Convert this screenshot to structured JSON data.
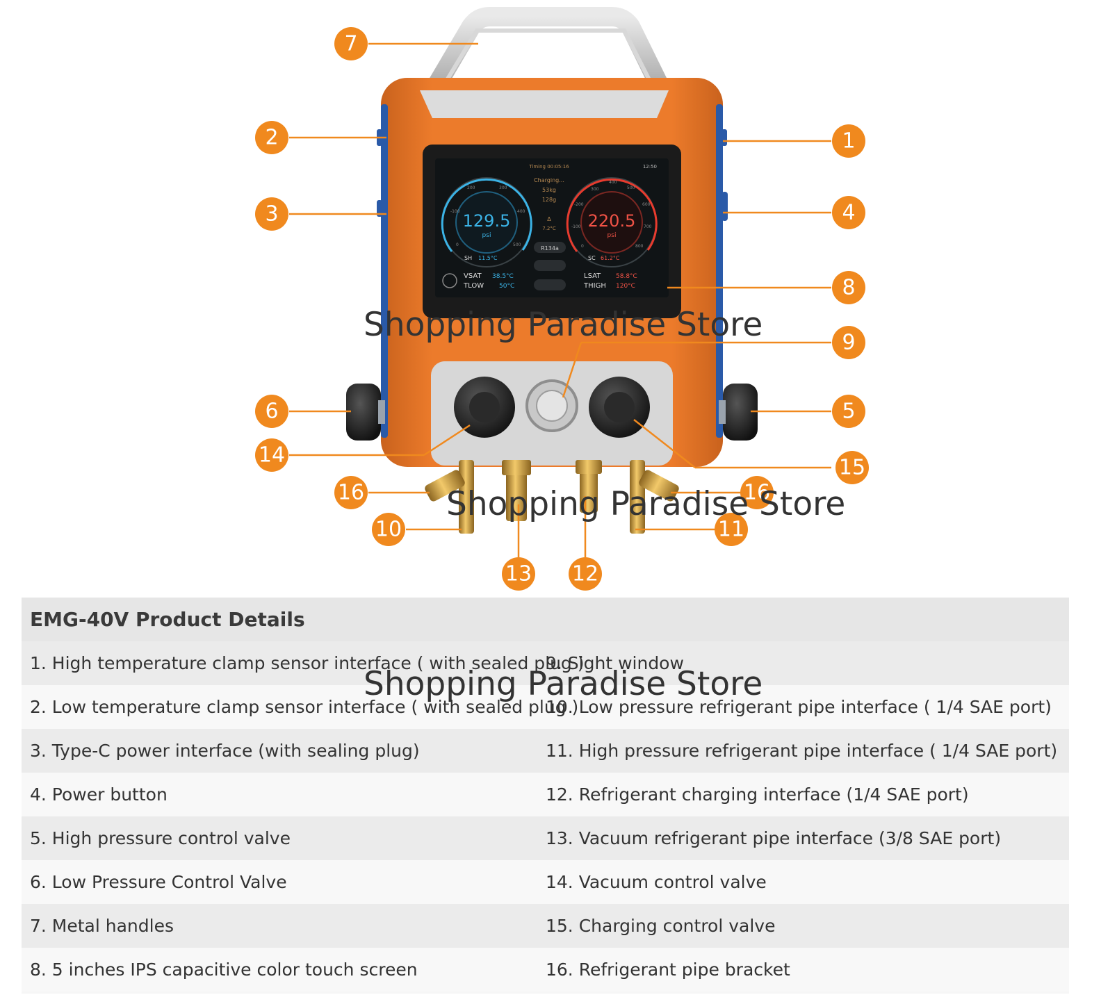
{
  "screen": {
    "status_center": "Timing 00:05:16",
    "status_right": "12:50",
    "charging_label": "Charging...",
    "charge_target": "53kg",
    "charge_done": "128g",
    "delta_label": "Δ",
    "delta_value": "7.2°C",
    "refrigerant": "R134a",
    "low_value": "129.5",
    "low_unit": "psi",
    "high_value": "220.5",
    "high_unit": "psi",
    "low_ticks": [
      "-100",
      "200",
      "300",
      "400",
      "500",
      "0"
    ],
    "high_ticks": [
      "300",
      "400",
      "500",
      "600",
      "700",
      "800",
      "-200",
      "-100",
      "0"
    ],
    "sh_label": "SH",
    "sh_value": "11.5°C",
    "sc_label": "SC",
    "sc_value": "61.2°C",
    "vsat_label": "VSAT",
    "vsat_value": "38.5°C",
    "tlow_label": "TLOW",
    "tlow_value": "50°C",
    "lsat_label": "LSAT",
    "lsat_value": "58.8°C",
    "thigh_label": "THIGH",
    "thigh_value": "120°C"
  },
  "callouts": [
    "7",
    "2",
    "1",
    "3",
    "4",
    "8",
    "9",
    "6",
    "5",
    "14",
    "15",
    "16",
    "16",
    "10",
    "11",
    "13",
    "12"
  ],
  "watermarks": [
    "Shopping Paradise Store",
    "Shopping Paradise Store",
    "Shopping Paradise Store"
  ],
  "colors": {
    "accent_orange": "#f0891e",
    "body_orange": "#e8772a",
    "gauge_low": "#3bb3e6",
    "gauge_high": "#e83b2e"
  },
  "details": {
    "title": "EMG-40V Product Details",
    "left": [
      "1. High temperature clamp sensor interface ( with sealed plug )",
      "2. Low temperature clamp sensor interface ( with sealed plug )",
      "3. Type-C power interface (with sealing plug)",
      "4. Power button",
      "5. High pressure control valve",
      "6. Low Pressure Control Valve",
      "7. Metal handles",
      "8. 5 inches IPS capacitive color touch screen"
    ],
    "right": [
      "9. Sight window",
      "10. Low pressure refrigerant pipe interface ( 1/4 SAE port)",
      "11. High pressure refrigerant pipe interface ( 1/4 SAE port)",
      "12. Refrigerant charging interface (1/4 SAE port)",
      "13. Vacuum refrigerant pipe interface (3/8 SAE port)",
      "14. Vacuum control valve",
      "15. Charging control valve",
      "16. Refrigerant pipe bracket"
    ]
  }
}
